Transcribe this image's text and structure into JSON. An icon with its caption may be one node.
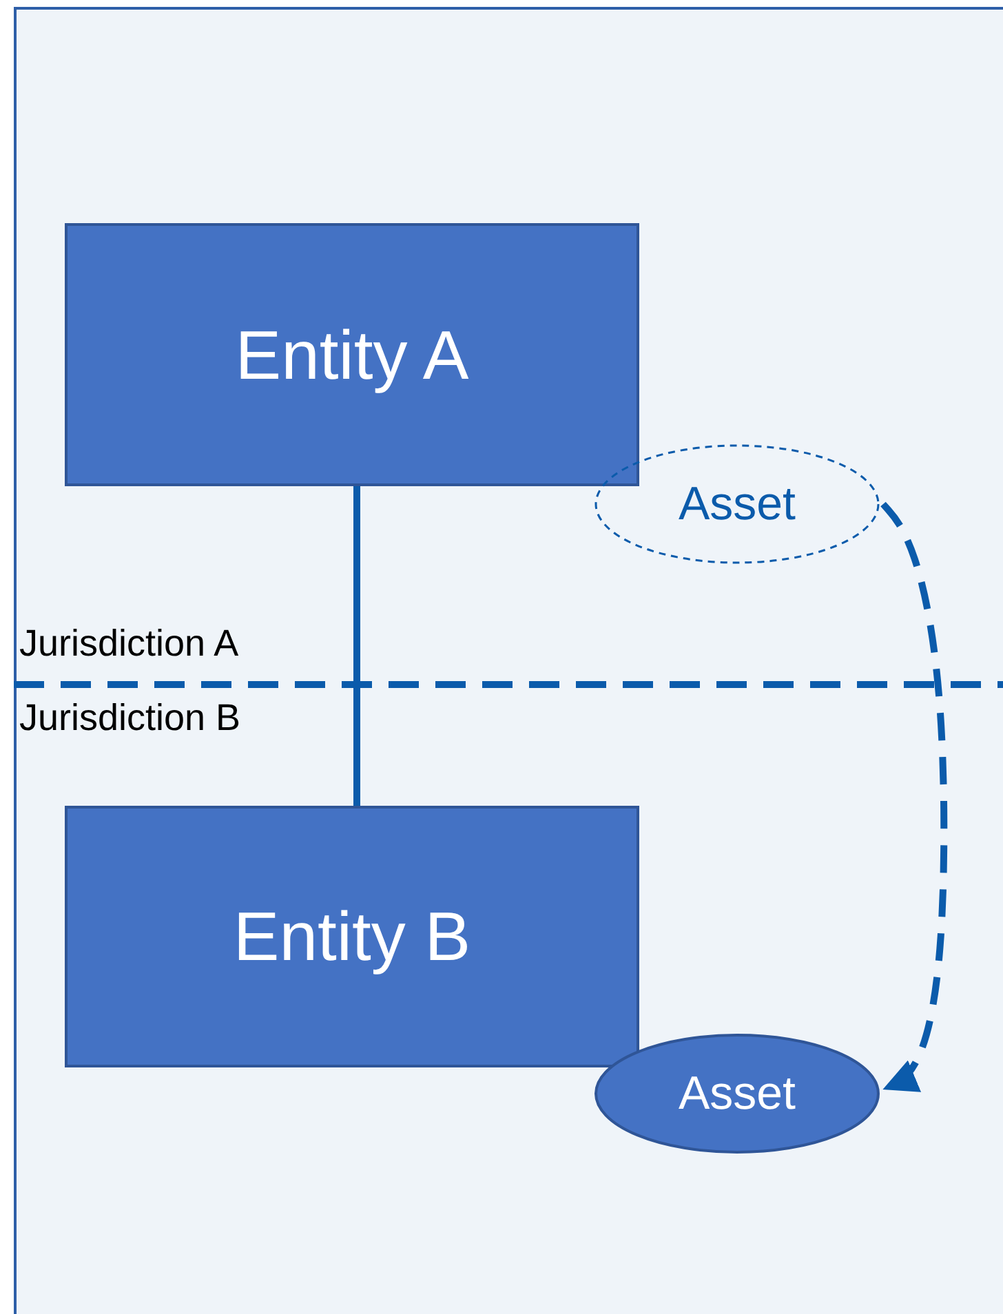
{
  "diagram": {
    "nodes": [
      {
        "text": [
          "Entity A"
        ]
      },
      {
        "text": [
          "Asset"
        ]
      },
      {
        "text": [
          "Entity B"
        ]
      },
      {
        "text": [
          "Asset"
        ]
      }
    ],
    "edges": [
      {
        "from": 0,
        "to": 2,
        "arrow": "none"
      },
      {
        "from": 1,
        "to": 3,
        "arrow": "to",
        "style": "dashed"
      }
    ],
    "labels": [
      "Jurisdiction A",
      "Jurisdiction B"
    ]
  }
}
